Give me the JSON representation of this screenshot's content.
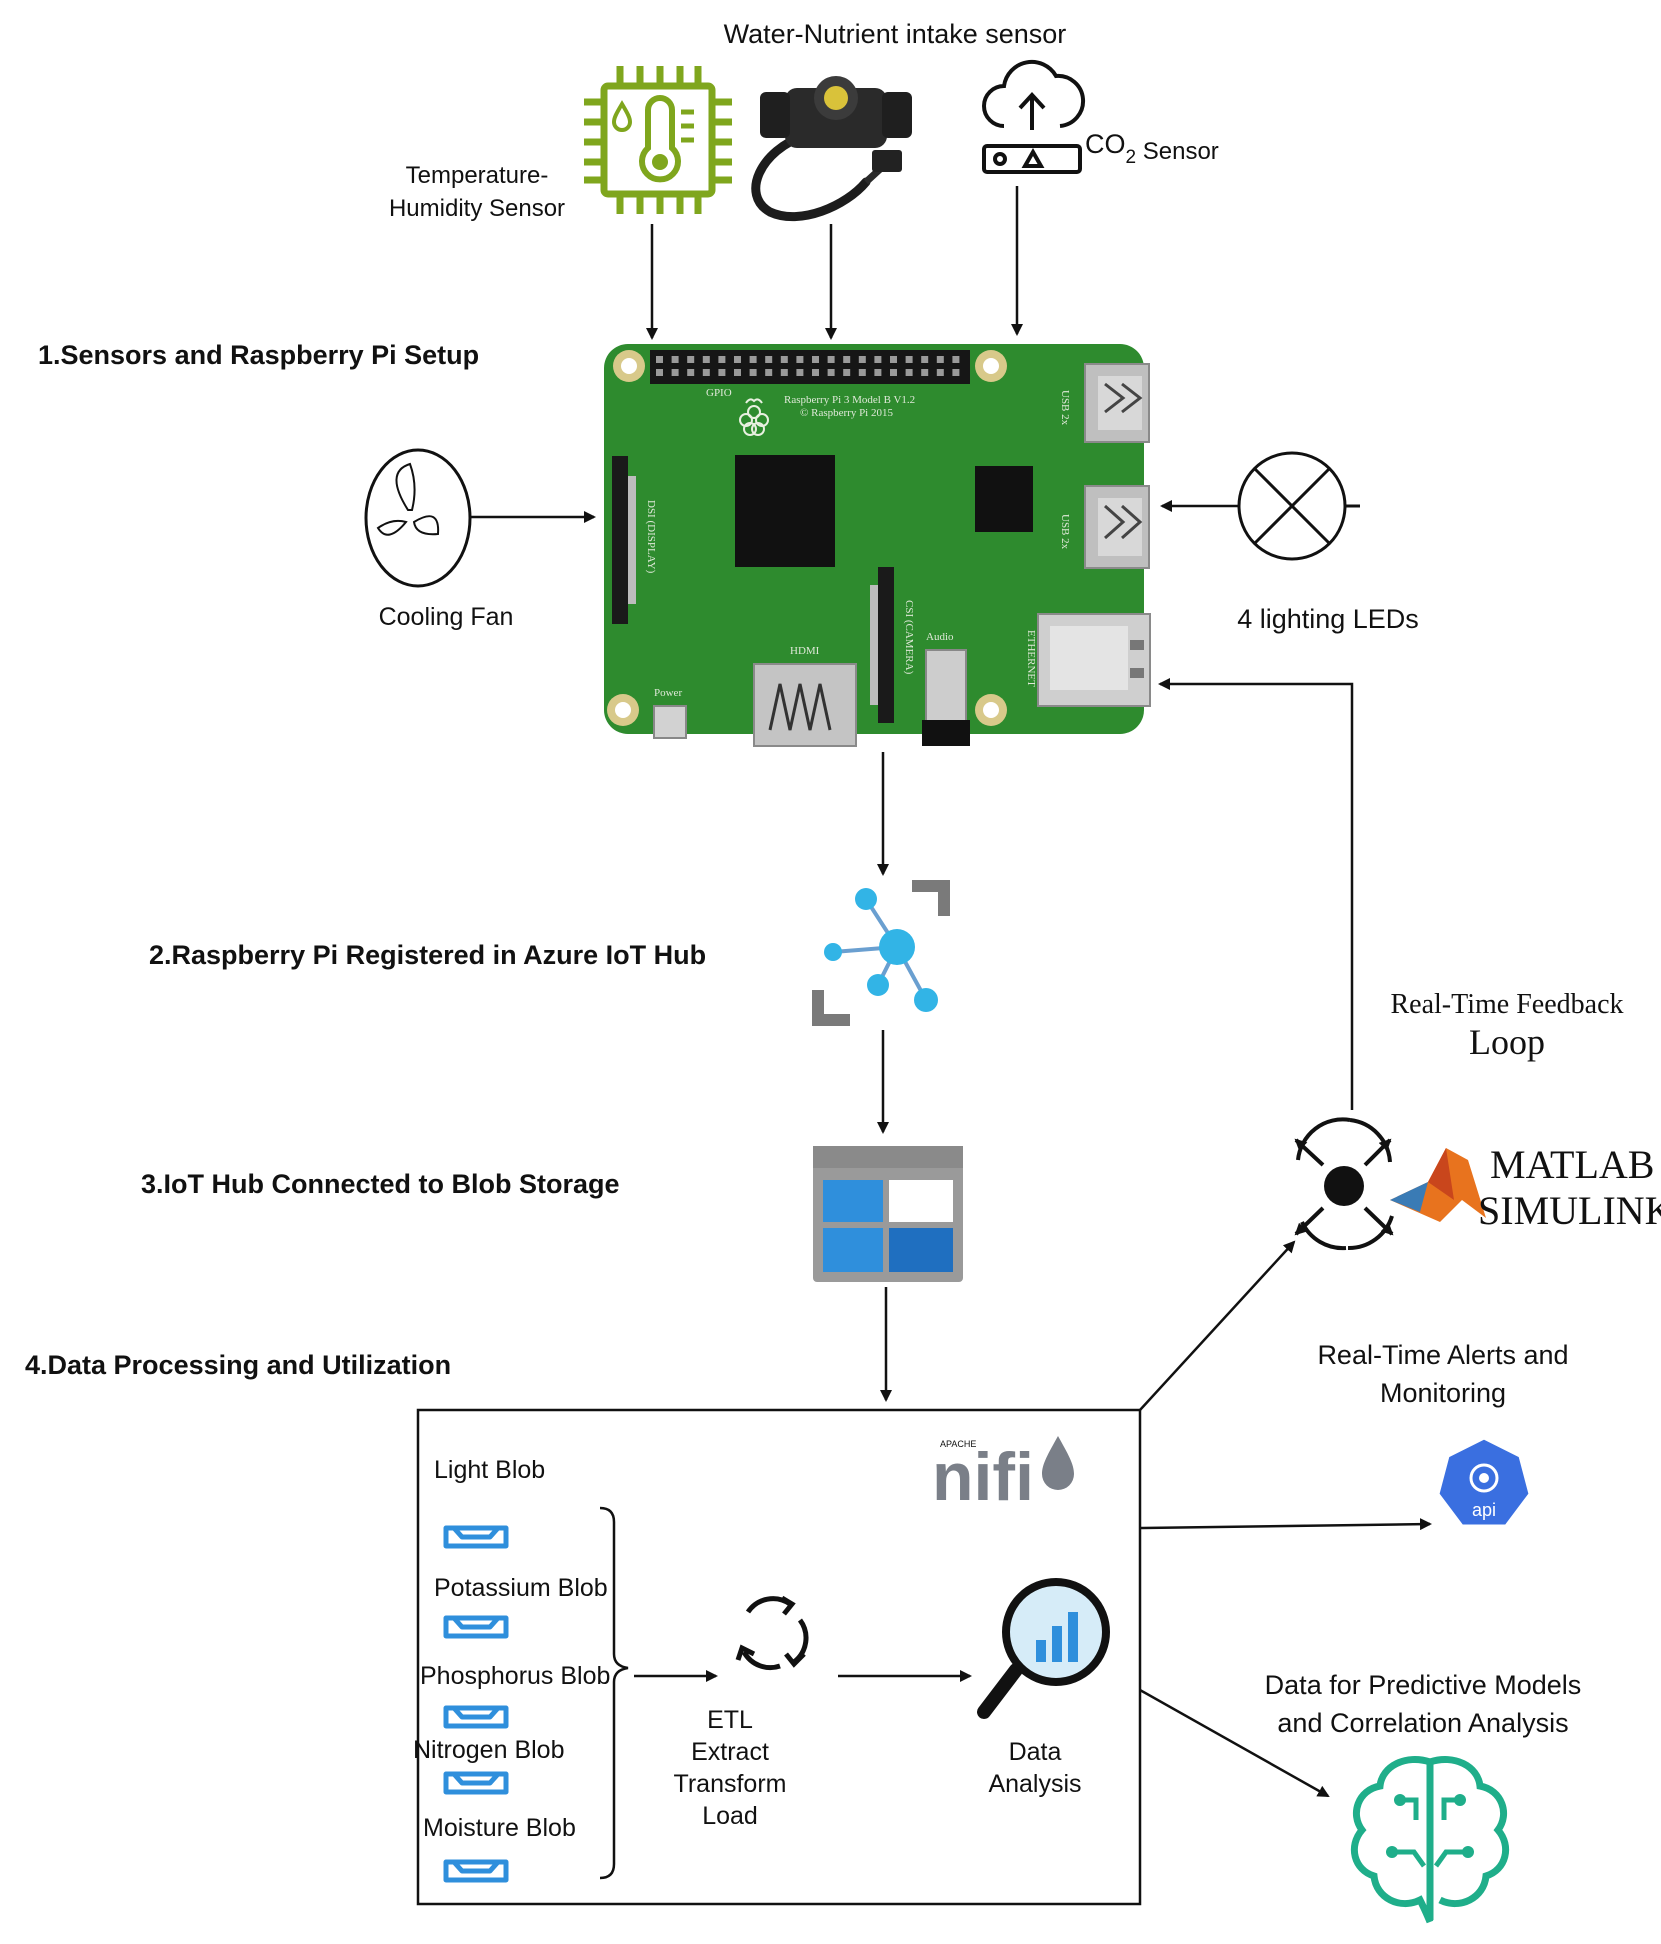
{
  "sensors": {
    "water_nutrient": "Water-Nutrient intake sensor",
    "temp_humidity_line1": "Temperature-",
    "temp_humidity_line2": "Humidity Sensor",
    "co2_prefix": "CO",
    "co2_sub": "2",
    "co2_suffix": " Sensor"
  },
  "steps": {
    "step1": "1.Sensors and Raspberry Pi Setup",
    "step2": "2.Raspberry Pi Registered in Azure IoT Hub",
    "step3": "3.IoT Hub Connected to Blob Storage",
    "step4": "4.Data Processing and Utilization"
  },
  "devices": {
    "cooling_fan": "Cooling Fan",
    "leds": "4 lighting LEDs"
  },
  "board": {
    "gpio": "GPIO",
    "model_line1": "Raspberry Pi 3 Model B V1.2",
    "model_line2": "© Raspberry Pi 2015",
    "usb1": "USB 2x",
    "usb2": "USB 2x",
    "dsi": "DSI (DISPLAY)",
    "csi": "CSI (CAMERA)",
    "hdmi": "HDMI",
    "audio": "Audio",
    "power": "Power",
    "ethernet": "ETHERNET"
  },
  "feedback": {
    "line1": "Real-Time Feedback",
    "line2": "Loop",
    "matlab": "MATLAB",
    "simulink": "SIMULINK"
  },
  "alerts": {
    "line1": "Real-Time Alerts and",
    "line2": "Monitoring",
    "api": "api"
  },
  "predictive": {
    "line1": "Data for Predictive Models",
    "line2": "and Correlation Analysis"
  },
  "processing": {
    "nifi_small": "APACHE",
    "nifi": "nifi",
    "blobs": [
      "Light Blob",
      "Potassium Blob",
      "Phosphorus Blob",
      "Nitrogen Blob",
      "Moisture Blob"
    ],
    "etl_lines": [
      "ETL",
      "Extract",
      "Transform",
      "Load"
    ],
    "analysis_lines": [
      "Data",
      "Analysis"
    ]
  },
  "colors": {
    "pcb": "#2e8b2e",
    "sensor_green": "#7fa61d",
    "azure_blue": "#2f8fdc",
    "iot_cyan": "#32b4e6",
    "api_blue": "#3a6fe0",
    "ai_teal": "#1fae8a"
  }
}
